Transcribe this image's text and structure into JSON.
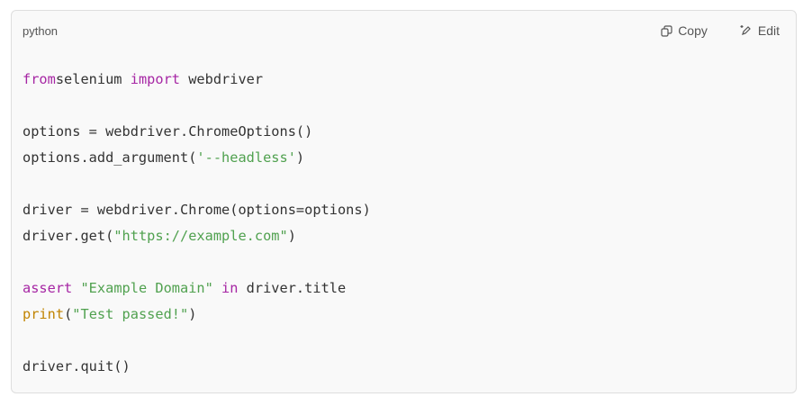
{
  "header": {
    "language": "python",
    "copy_label": "Copy",
    "edit_label": "Edit",
    "copy_icon": "copy-icon",
    "edit_icon": "pencil-sparkle-icon"
  },
  "colors": {
    "keyword": "#a626a4",
    "string": "#50a14f",
    "builtin": "#c18401",
    "text": "#333333"
  },
  "code_lines": [
    [
      [
        "kw",
        "from"
      ],
      [
        "",
        "selenium "
      ],
      [
        "kw",
        "import"
      ],
      [
        "",
        " webdriver"
      ]
    ],
    [],
    [
      [
        "",
        "options = webdriver.ChromeOptions()"
      ]
    ],
    [
      [
        "",
        "options.add_argument("
      ],
      [
        "str",
        "'--headless'"
      ],
      [
        "",
        ")"
      ]
    ],
    [],
    [
      [
        "",
        "driver = webdriver.Chrome(options=options)"
      ]
    ],
    [
      [
        "",
        "driver.get("
      ],
      [
        "str",
        "\"https://example.com\""
      ],
      [
        "",
        ")"
      ]
    ],
    [],
    [
      [
        "kw",
        "assert"
      ],
      [
        "str",
        " \"Example Domain\""
      ],
      [
        "kw",
        " in"
      ],
      [
        "",
        " driver.title"
      ]
    ],
    [
      [
        "fn",
        "print"
      ],
      [
        "",
        "("
      ],
      [
        "str",
        "\"Test passed!\""
      ],
      [
        "",
        ")"
      ]
    ],
    [],
    [
      [
        "",
        "driver.quit()"
      ]
    ]
  ]
}
